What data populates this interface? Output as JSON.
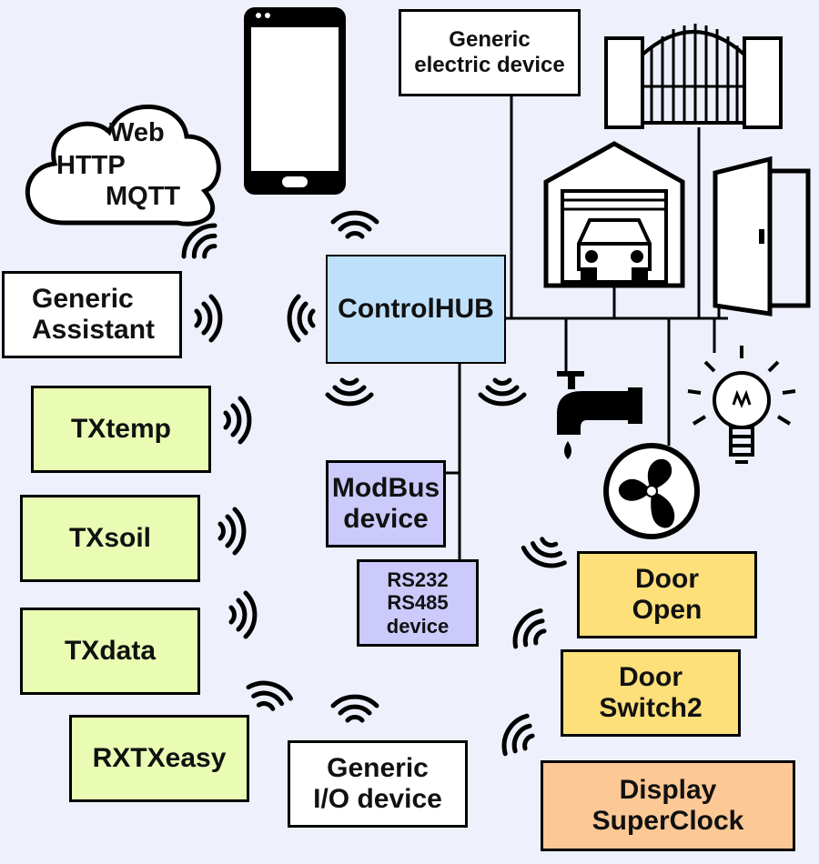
{
  "cloud": {
    "lines": [
      "Web",
      "HTTP",
      "MQTT"
    ]
  },
  "nodes": {
    "generic_electric": [
      "Generic",
      "electric device"
    ],
    "generic_assistant": [
      "Generic",
      "Assistant"
    ],
    "controlhub": [
      "ControlHUB"
    ],
    "txtemp": [
      "TXtemp"
    ],
    "txsoil": [
      "TXsoil"
    ],
    "txdata": [
      "TXdata"
    ],
    "rxtxeasy": [
      "RXTXeasy"
    ],
    "modbus": [
      "ModBus",
      "device"
    ],
    "rs_device": [
      "RS232",
      "RS485",
      "device"
    ],
    "generic_io": [
      "Generic",
      "I/O device"
    ],
    "door_open": [
      "Door",
      "Open"
    ],
    "door_switch2": [
      "Door",
      "Switch2"
    ],
    "display_superclock": [
      "Display",
      "SuperClock"
    ]
  },
  "colors": {
    "background": "#eef0fb",
    "hub": "#bfe0fb",
    "tx_devices": "#eafbb4",
    "wired_devices": "#cccafb",
    "door_devices": "#fde07a",
    "display": "#fcc895"
  },
  "icons": [
    "cloud-icon",
    "smartphone-icon",
    "gate-icon",
    "garage-icon",
    "car-icon",
    "door-icon",
    "water-tap-icon",
    "light-bulb-icon",
    "fan-icon",
    "wireless-signal-icon"
  ]
}
